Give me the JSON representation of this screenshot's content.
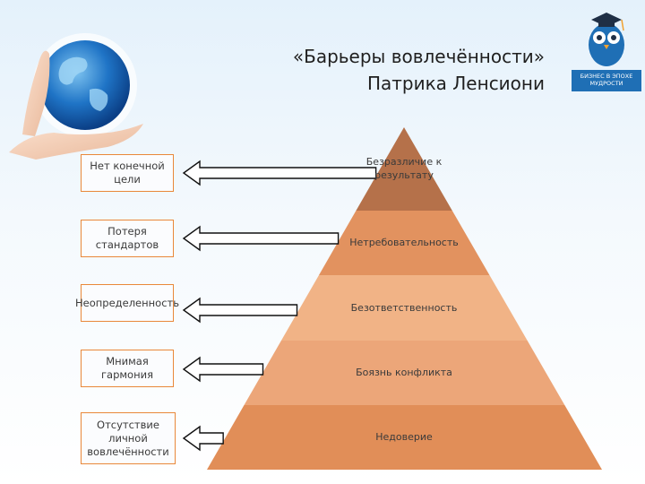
{
  "title": {
    "line1": "«Барьеры вовлечённости»",
    "line2": "Патрика Ленсиони"
  },
  "logo": {
    "icon": "owl-graduate-icon",
    "text": "БИЗНЕС В ЭПОХЕ МУДРОСТИ"
  },
  "decoration": {
    "icon": "hands-globe-icon"
  },
  "pyramid": {
    "levels": [
      {
        "label": "Безразличие к результату",
        "color": "#b5714a"
      },
      {
        "label": "Нетребовательность",
        "color": "#e2925f"
      },
      {
        "label": "Безответственность",
        "color": "#f1b386"
      },
      {
        "label": "Боязнь конфликта",
        "color": "#eca679"
      },
      {
        "label": "Недоверие",
        "color": "#e18e58"
      }
    ]
  },
  "barriers": [
    "Нет конечной цели",
    "Потеря стандартов",
    "Неопределенность",
    "Мнимая гармония",
    "Отсутствие личной вовлечённости"
  ],
  "colors": {
    "box_border": "#e9883a",
    "arrow_stroke": "#111111"
  }
}
